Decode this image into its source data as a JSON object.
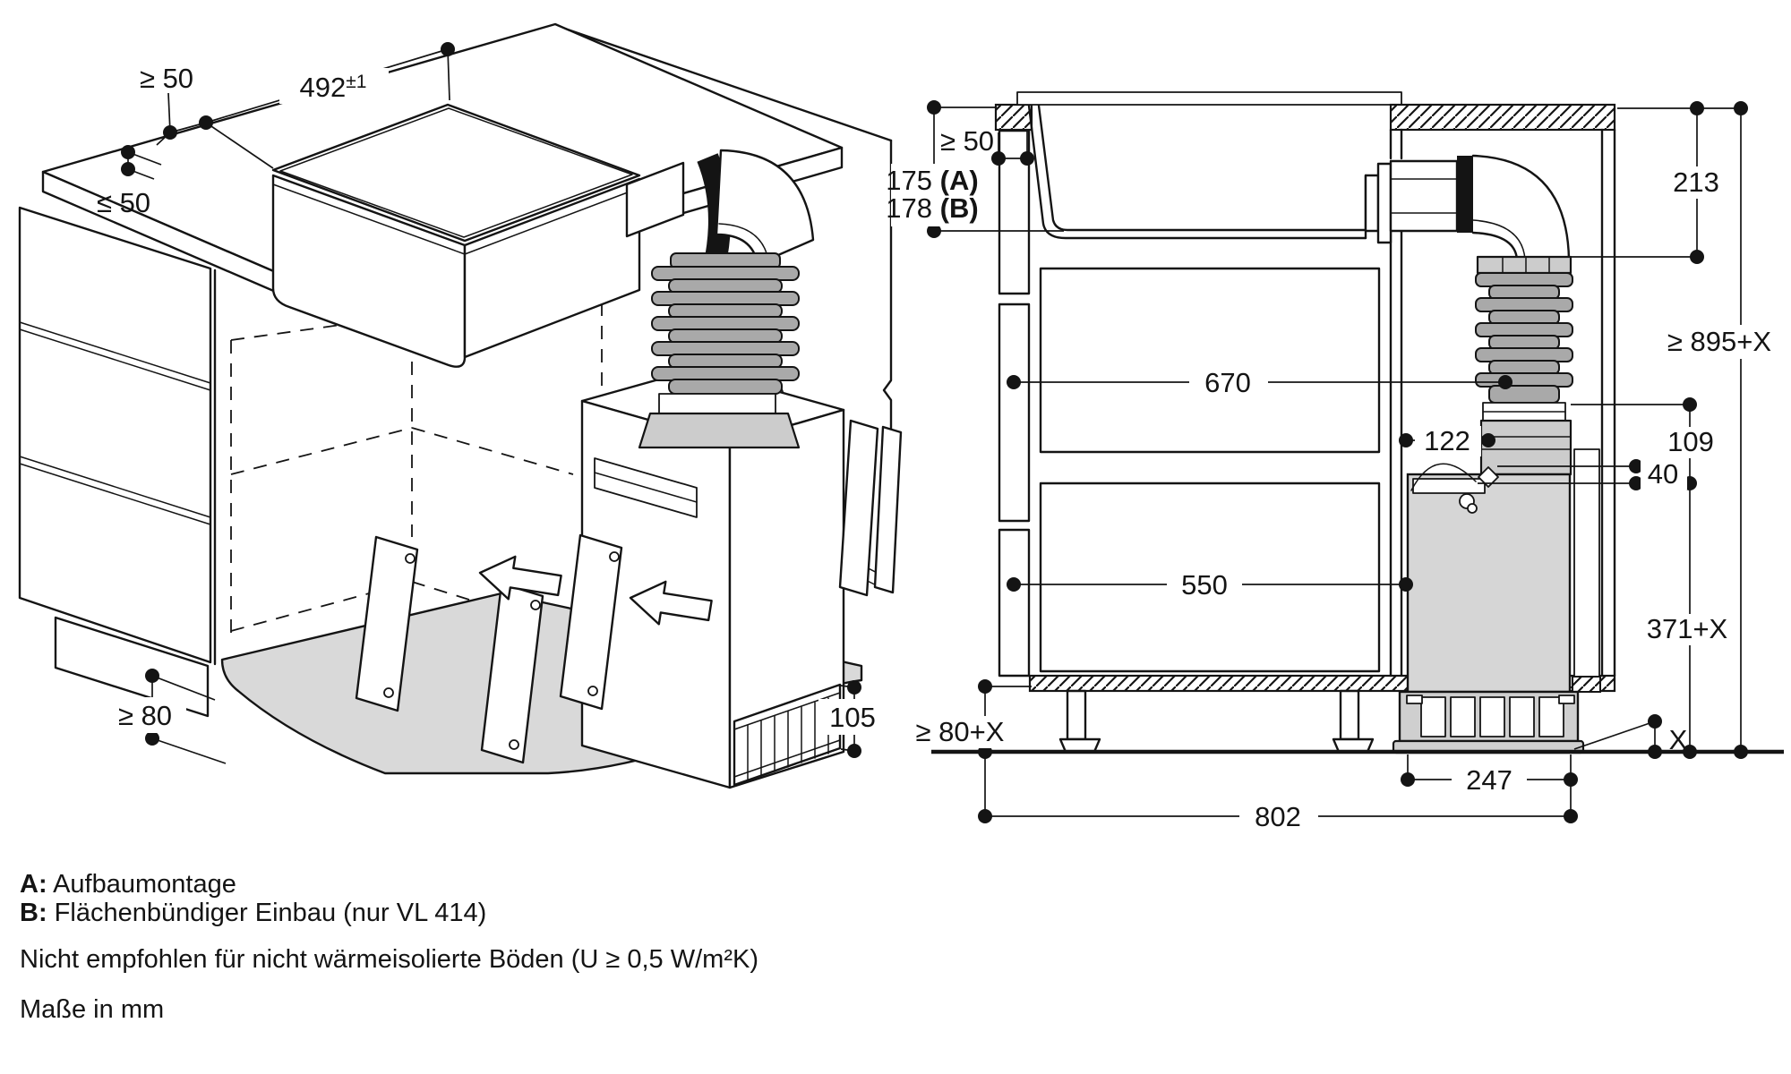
{
  "colors": {
    "line": "#141414",
    "floor_plate_gray": "#d9d9d9",
    "hose_gray": "#a9a9a9",
    "unit_gray": "#d6d6d6",
    "background": "#ffffff"
  },
  "left_diagram": {
    "title": "isometric-installation-view",
    "labels": {
      "cutout_width": "492",
      "cutout_tolerance": "±1",
      "clearance_rear": "≥ 50",
      "overhang_front": "≤ 50",
      "plinth_height": "≥ 80",
      "grille_height": "105"
    }
  },
  "right_diagram": {
    "title": "section-view",
    "labels": {
      "side_clearance": "≥ 50",
      "depth_a": "175",
      "depth_a_variant": "(A)",
      "depth_b": "178",
      "depth_b_variant": "(B)",
      "elbow_height": "213",
      "total_height": "≥ 895+X",
      "inner_width_upper": "670",
      "duct_clearance": "122",
      "connector_height": "109",
      "drain_offset": "40",
      "inner_width_lower": "550",
      "unit_height": "371+X",
      "plinth_height": "≥ 80+X",
      "floor_gap": "X",
      "unit_width": "247",
      "cabinet_width": "802"
    }
  },
  "notes": {
    "legend": [
      {
        "key": "A:",
        "text": "Aufbaumontage"
      },
      {
        "key": "B:",
        "text": "Flächenbündiger Einbau (nur VL 414)"
      }
    ],
    "warning": "Nicht empfohlen für nicht wärmeisolierte Böden (U ≥ 0,5 W/m²K)",
    "units": "Maße in mm"
  }
}
